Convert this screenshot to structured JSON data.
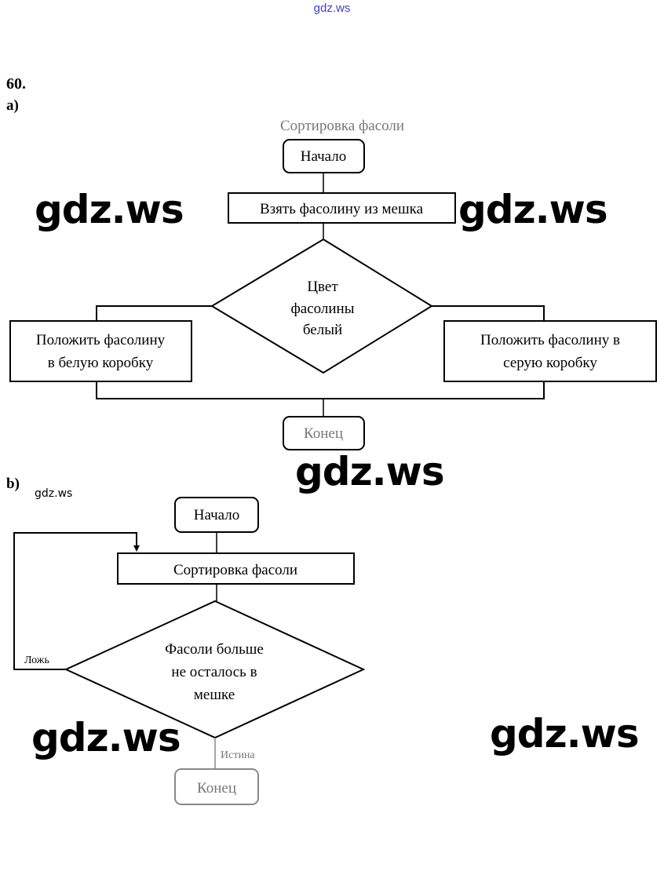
{
  "header": {
    "site": "gdz.ws"
  },
  "problem": {
    "number": "60.",
    "part_a_label": "a)",
    "part_b_label": "b)"
  },
  "watermarks": [
    "gdz.ws",
    "gdz.ws",
    "gdz.ws",
    "gdz.ws",
    "gdz.ws",
    "gdz.ws"
  ],
  "diagram_a": {
    "title": "Сортировка фасоли",
    "start": "Начало",
    "step1": "Взять фасолину из мешка",
    "decision": [
      "Цвет",
      "фасолины",
      "белый"
    ],
    "left_action": [
      "Положить фасолину",
      "в белую коробку"
    ],
    "right_action": [
      "Положить фасолину в",
      "серую коробку"
    ],
    "end": "Конец"
  },
  "diagram_b": {
    "start": "Начало",
    "process": "Сортировка фасоли",
    "decision": [
      "Фасоли больше",
      "не осталось в",
      "мешке"
    ],
    "false_label": "Ложь",
    "true_label": "Истина",
    "end": "Конец"
  }
}
